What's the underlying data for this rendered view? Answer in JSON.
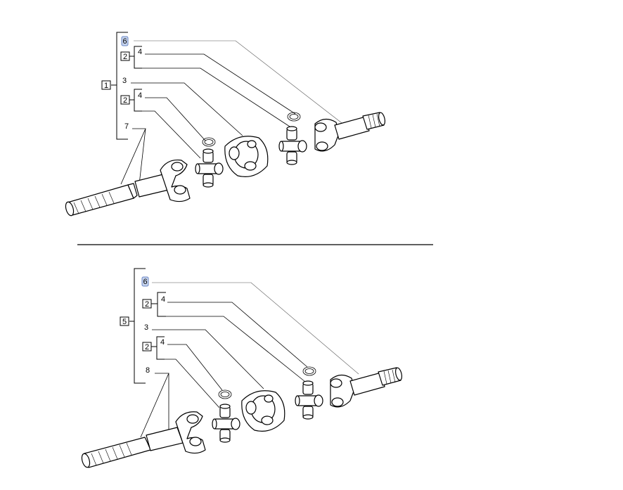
{
  "diagram": {
    "top_assembly": {
      "group_label": "1",
      "items": [
        {
          "ref": "6",
          "highlighted": true
        },
        {
          "ref": "2",
          "boxed": true,
          "sub": "4"
        },
        {
          "ref": "3"
        },
        {
          "ref": "2",
          "boxed": true,
          "sub": "4"
        },
        {
          "ref": "7"
        }
      ]
    },
    "bottom_assembly": {
      "group_label": "5",
      "items": [
        {
          "ref": "6",
          "highlighted": true
        },
        {
          "ref": "2",
          "boxed": true,
          "sub": "4"
        },
        {
          "ref": "3"
        },
        {
          "ref": "2",
          "boxed": true,
          "sub": "4"
        },
        {
          "ref": "8"
        }
      ]
    }
  },
  "colors": {
    "highlight_fill": "#c6d4ee",
    "highlight_stroke": "#6a86c4",
    "line": "#000000"
  }
}
